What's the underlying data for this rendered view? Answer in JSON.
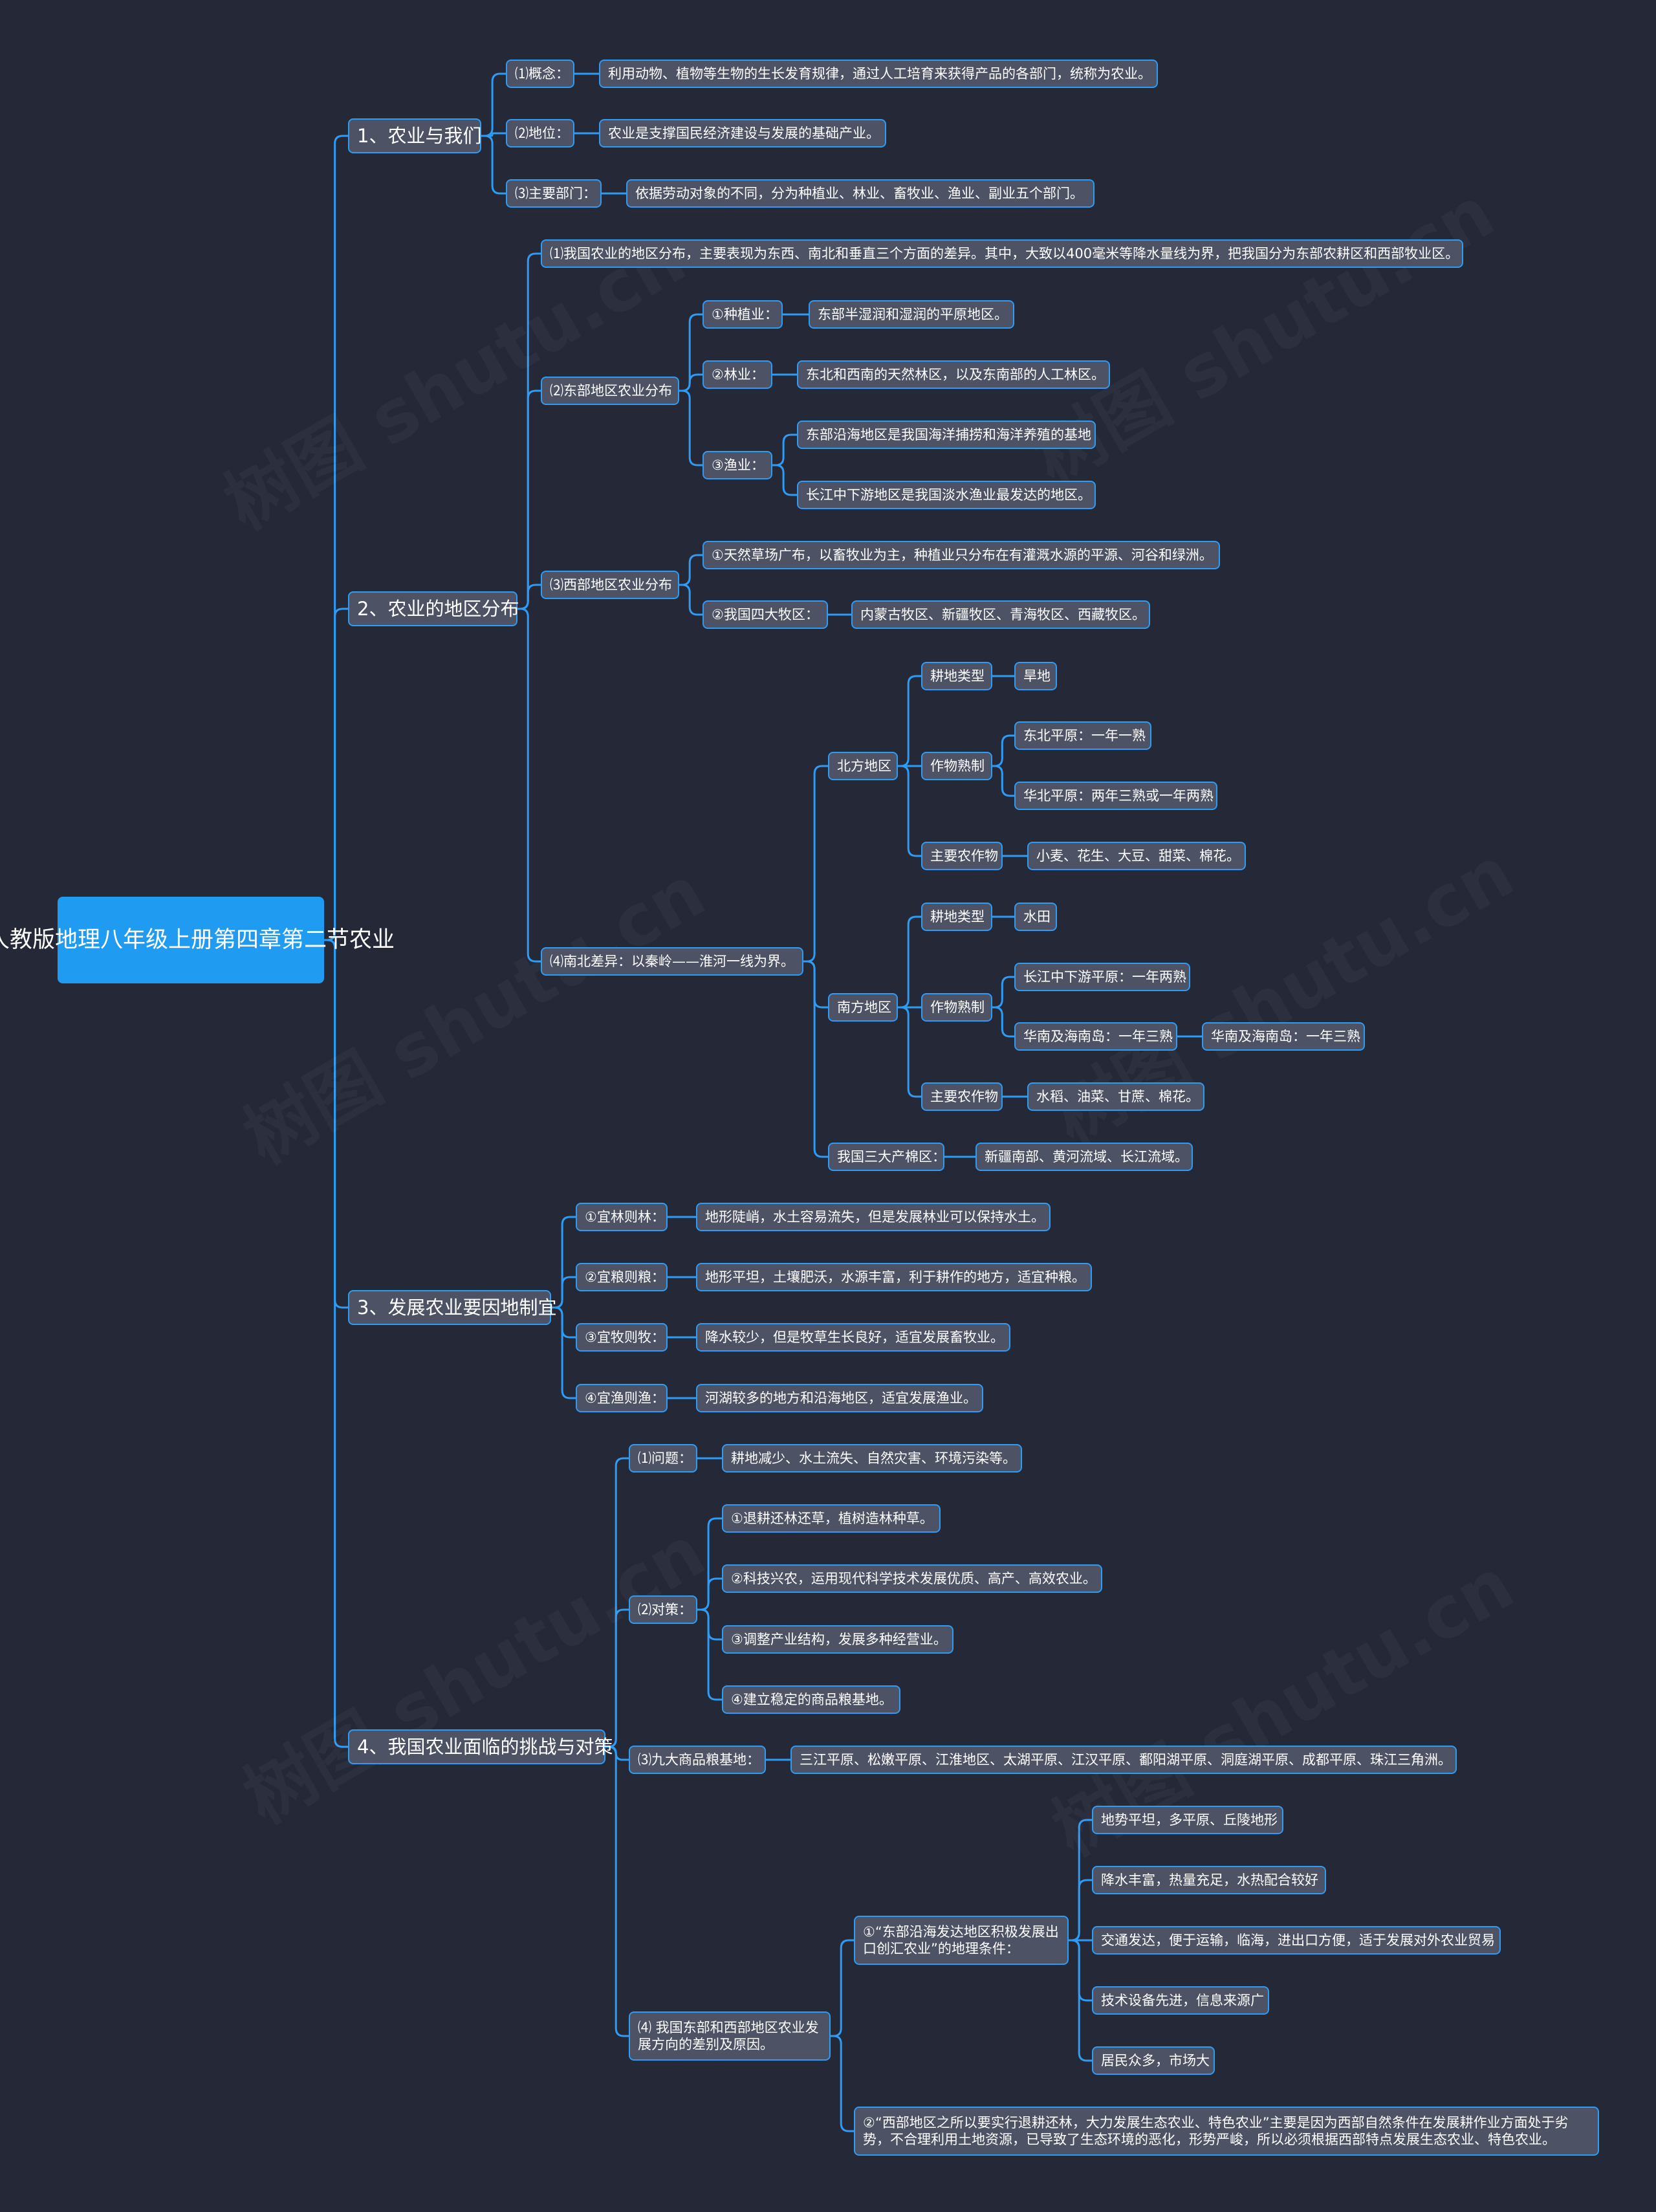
{
  "watermark": "树图 shutu.cn",
  "colors": {
    "background": "#242837",
    "line": "#2e9bf5",
    "node": "#4d5264",
    "root": "#1f9bf2",
    "text": "#ffffff"
  },
  "root": "人教版地理八年级上册第四章第二节农业",
  "b1": {
    "title": "1、农业与我们",
    "concept_label": "⑴概念：",
    "concept_text": "利用动物、植物等生物的生长发育规律，通过人工培育来获得产品的各部门，统称为农业。",
    "status_label": "⑵地位：",
    "status_text": "农业是支撑国民经济建设与发展的基础产业。",
    "sectors_label": "⑶主要部门：",
    "sectors_text": "依据劳动对象的不同，分为种植业、林业、畜牧业、渔业、副业五个部门。"
  },
  "b2": {
    "title": "2、农业的地区分布",
    "dist": "⑴我国农业的地区分布，主要表现为东西、南北和垂直三个方面的差异。其中，大致以400毫米等降水量线为界，把我国分为东部农耕区和西部牧业区。",
    "east": {
      "label": "⑵东部地区农业分布",
      "crop_label": "①种植业：",
      "crop_text": "东部半湿润和湿润的平原地区。",
      "forest_label": "②林业：",
      "forest_text": "东北和西南的天然林区，以及东南部的人工林区。",
      "fish_label": "③渔业：",
      "fish_text1": "东部沿海地区是我国海洋捕捞和海洋养殖的基地",
      "fish_text2": "长江中下游地区是我国淡水渔业最发达的地区。"
    },
    "west": {
      "label": "⑶西部地区农业分布",
      "item1": "①天然草场广布，以畜牧业为主，种植业只分布在有灌溉水源的平源、河谷和绿洲。",
      "item2_label": "②我国四大牧区：",
      "item2_text": "内蒙古牧区、新疆牧区、青海牧区、西藏牧区。"
    },
    "ns": {
      "label": "⑷南北差异：以秦岭——淮河一线为界。",
      "north": {
        "label": "北方地区",
        "land_label": "耕地类型",
        "land": "旱地",
        "mature_label": "作物熟制",
        "mature1": "东北平原：一年一熟",
        "mature2": "华北平原：两年三熟或一年两熟",
        "crops_label": "主要农作物",
        "crops": "小麦、花生、大豆、甜菜、棉花。"
      },
      "south": {
        "label": "南方地区",
        "land_label": "耕地类型",
        "land": "水田",
        "mature_label": "作物熟制",
        "mature1": "长江中下游平原：一年两熟",
        "mature2": "华南及海南岛：一年三熟",
        "mature2_child": "华南及海南岛：一年三熟",
        "crops_label": "主要农作物",
        "crops": "水稻、油菜、甘蔗、棉花。"
      },
      "cotton_label": "我国三大产棉区：",
      "cotton_text": "新疆南部、黄河流域、长江流域。"
    }
  },
  "b3": {
    "title": "3、发展农业要因地制宜",
    "items": [
      {
        "label": "①宜林则林：",
        "text": "地形陡峭，水土容易流失，但是发展林业可以保持水土。"
      },
      {
        "label": "②宜粮则粮：",
        "text": "地形平坦，土壤肥沃，水源丰富，利于耕作的地方，适宜种粮。"
      },
      {
        "label": "③宜牧则牧：",
        "text": "降水较少，但是牧草生长良好，适宜发展畜牧业。"
      },
      {
        "label": "④宜渔则渔：",
        "text": "河湖较多的地方和沿海地区，适宜发展渔业。"
      }
    ]
  },
  "b4": {
    "title": "4、我国农业面临的挑战与对策",
    "problem_label": "⑴问题：",
    "problem_text": "耕地减少、水土流失、自然灾害、环境污染等。",
    "measures_label": "⑵对策：",
    "measures": [
      "①退耕还林还草，植树造林种草。",
      "②科技兴农，运用现代科学技术发展优质、高产、高效农业。",
      "③调整产业结构，发展多种经营业。",
      "④建立稳定的商品粮基地。"
    ],
    "bases_label": "⑶九大商品粮基地：",
    "bases_text": "三江平原、松嫩平原、江淮地区、太湖平原、江汉平原、鄱阳湖平原、洞庭湖平原、成都平原、珠江三角洲。",
    "ew_label": "⑷ 我国东部和西部地区农业发展方向的差别及原因。",
    "east_label": "①“东部沿海发达地区积极发展出口创汇农业”的地理条件：",
    "east_conditions": [
      "地势平坦，多平原、丘陵地形",
      "降水丰富，热量充足，水热配合较好",
      "交通发达，便于运输，临海，进出口方便，适于发展对外农业贸易",
      "技术设备先进，信息来源广",
      "居民众多，市场大"
    ],
    "west_text": "②“西部地区之所以要实行退耕还林，大力发展生态农业、特色农业”主要是因为西部自然条件在发展耕作业方面处于劣势，不合理利用土地资源，已导致了生态环境的恶化，形势严峻，所以必须根据西部特点发展生态农业、特色农业。"
  }
}
